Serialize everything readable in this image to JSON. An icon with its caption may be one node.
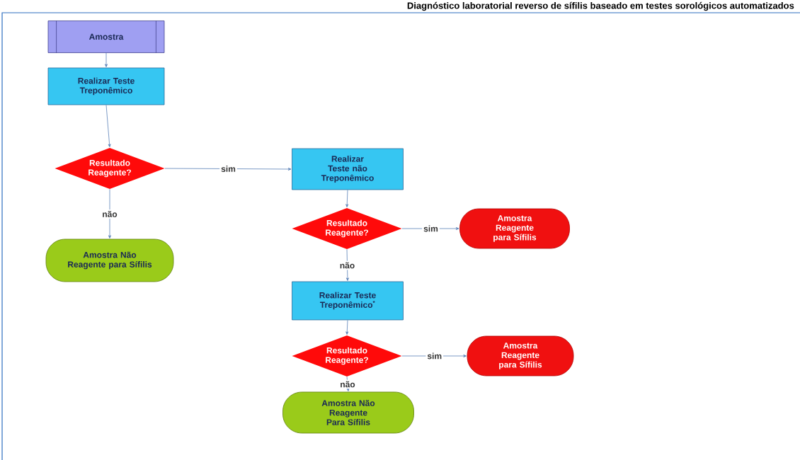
{
  "diagram": {
    "title": "Diagnóstico laboratorial reverso de sífilis baseado em testes sorológicos automatizados",
    "nodes": [
      {
        "text": [
          "Amostra"
        ]
      },
      {
        "text": [
          "Realizar Teste Treponêmico"
        ]
      },
      {
        "text": [
          "Resultado Reagente?"
        ]
      },
      {
        "text": [
          "Amostra Não Reagente para Sífilis"
        ]
      },
      {
        "text": [
          "Realizar Teste não Treponêmico"
        ]
      },
      {
        "text": [
          "Resultado Reagente?"
        ]
      },
      {
        "text": [
          "Amostra Reagente para Sífilis"
        ]
      },
      {
        "text": [
          "Realizar Teste Treponêmico$^{*}$"
        ]
      },
      {
        "text": [
          "Resultado Reagente?"
        ]
      },
      {
        "text": [
          "Amostra Reagente para Sífilis"
        ]
      },
      {
        "text": [
          "Amostra Não Reagente Para Sífilis"
        ]
      }
    ],
    "edges": [
      {
        "from": 0,
        "to": 1,
        "arrow": "to"
      },
      {
        "from": 1,
        "to": 2,
        "arrow": "to"
      },
      {
        "from": 2,
        "to": 4,
        "arrow": "to",
        "label": "sim"
      },
      {
        "from": 2,
        "to": 3,
        "arrow": "to",
        "label": "não"
      },
      {
        "from": 4,
        "to": 5,
        "arrow": "to"
      },
      {
        "from": 5,
        "to": 6,
        "arrow": "to",
        "label": "sim"
      },
      {
        "from": 5,
        "to": 7,
        "arrow": "to",
        "label": "não"
      },
      {
        "from": 7,
        "to": 8,
        "arrow": "to"
      },
      {
        "from": 8,
        "to": 9,
        "arrow": "to",
        "label": "sim"
      },
      {
        "from": 8,
        "to": 10,
        "arrow": "to",
        "label": "não"
      }
    ]
  }
}
